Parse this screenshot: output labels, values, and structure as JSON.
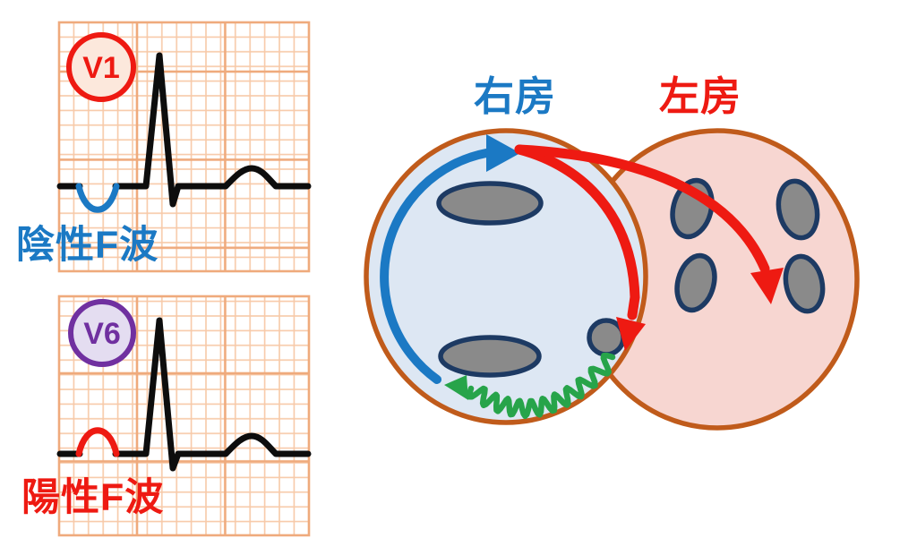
{
  "ecg_panels": [
    {
      "badge": "V1",
      "caption": "陰性F波",
      "f_wave": "negative",
      "f_wave_color": "blue"
    },
    {
      "badge": "V6",
      "caption": "陽性F波",
      "f_wave": "positive",
      "f_wave_color": "red"
    }
  ],
  "atria": {
    "right_label": "右房",
    "left_label": "左房"
  },
  "diagram_notes": {
    "circuit_up_arrow": "blue-counterclockwise-ascending",
    "circuit_down_arrow": "red-descending-with-branch-to-left-atrium",
    "slow_conduction": "green-zigzag-isthmus"
  },
  "colors": {
    "blue": "#1b79c4",
    "red": "#ee1a12",
    "green": "#27a44a",
    "purple": "#7030a0",
    "brown": "#c05b1b",
    "navy": "#1d3a63",
    "gray": "#8a8a8a",
    "trace": "#0d0d0d",
    "ra_fill": "#dde7f3",
    "la_fill": "#f7d6d1",
    "v1_badge_fill": "#fce8dc",
    "v6_badge_fill": "#e4ddf1",
    "grid_minor": "#f7c9a8",
    "grid_major": "#efaa7c"
  }
}
